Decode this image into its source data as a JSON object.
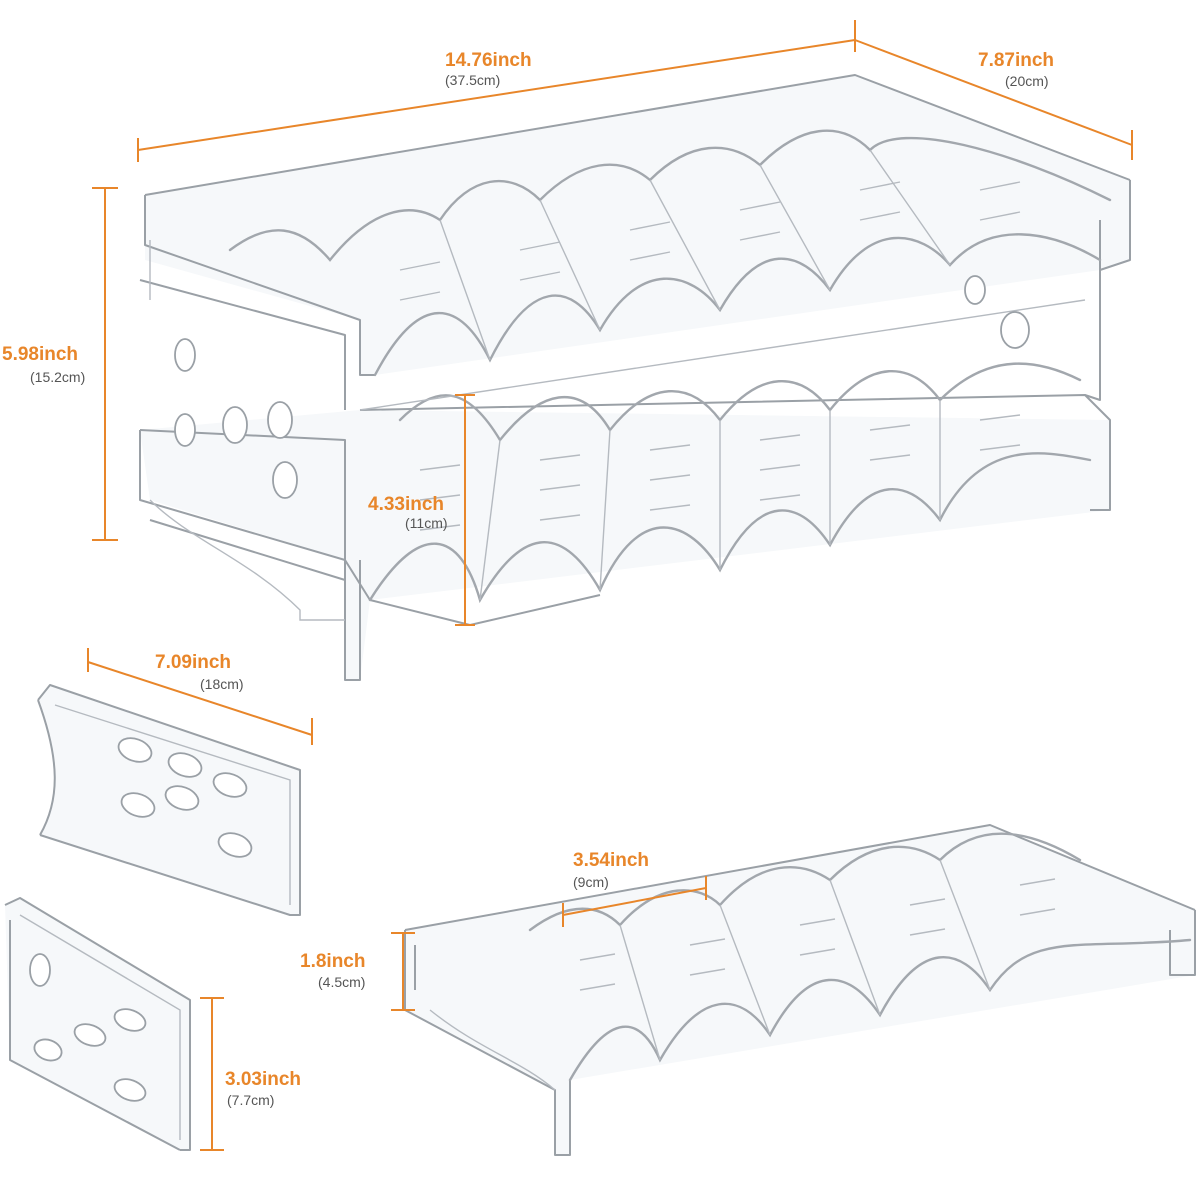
{
  "dimensions": {
    "overall_length": {
      "main": "14.76inch",
      "sub": "(37.5cm)"
    },
    "overall_depth": {
      "main": "7.87inch",
      "sub": "(20cm)"
    },
    "overall_height": {
      "main": "5.98inch",
      "sub": "(15.2cm)"
    },
    "tier_spacing": {
      "main": "4.33inch",
      "sub": "(11cm)"
    },
    "side_panel_width": {
      "main": "7.09inch",
      "sub": "(18cm)"
    },
    "slot_width": {
      "main": "3.54inch",
      "sub": "(9cm)"
    },
    "tray_height": {
      "main": "1.8inch",
      "sub": "(4.5cm)"
    },
    "side_panel_height": {
      "main": "3.03inch",
      "sub": "(7.7cm)"
    }
  },
  "colors": {
    "accent": "#e8862a",
    "outline": "#9aa0a6",
    "secondary_text": "#555555"
  }
}
